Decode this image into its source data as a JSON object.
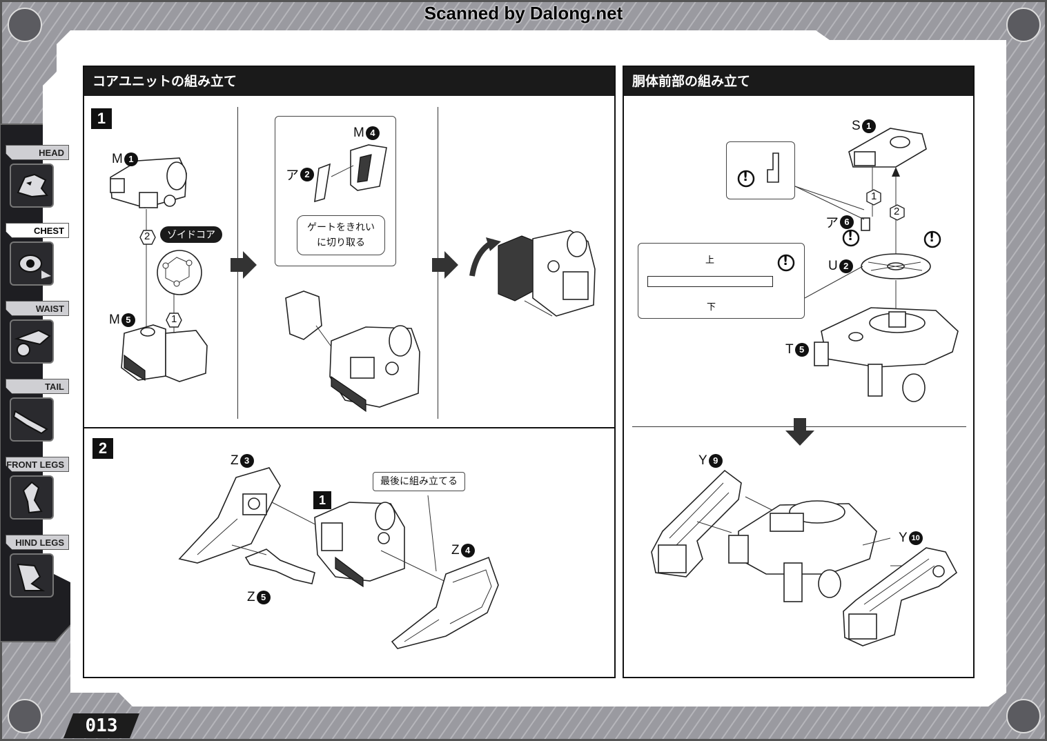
{
  "watermark": "Scanned by Dalong.net",
  "page_number": "013",
  "sidebar": {
    "items": [
      {
        "label": "HEAD",
        "active": false
      },
      {
        "label": "CHEST",
        "active": true
      },
      {
        "label": "WAIST",
        "active": false
      },
      {
        "label": "TAIL",
        "active": false
      },
      {
        "label": "FRONT LEGS",
        "active": false
      },
      {
        "label": "HIND LEGS",
        "active": false
      }
    ]
  },
  "left_section": {
    "title": "コアユニットの組み立て",
    "step1": {
      "badge": "1",
      "parts": {
        "m1": {
          "letter": "M",
          "num": "1"
        },
        "m5": {
          "letter": "M",
          "num": "5"
        },
        "m4": {
          "letter": "M",
          "num": "4"
        },
        "a2": {
          "letter": "ア",
          "num": "2"
        }
      },
      "order1": "1",
      "order2": "2",
      "zoid_core": "ゾイドコア",
      "callout": "ゲートをきれい\nに切り取る"
    },
    "step2": {
      "badge": "2",
      "inner_badge": "1",
      "parts": {
        "z3": {
          "letter": "Z",
          "num": "3"
        },
        "z5": {
          "letter": "Z",
          "num": "5"
        },
        "z4": {
          "letter": "Z",
          "num": "4"
        }
      },
      "callout": "最後に組み立てる"
    }
  },
  "right_section": {
    "title": "胴体前部の組み立て",
    "parts": {
      "s1": {
        "letter": "S",
        "num": "1"
      },
      "a6": {
        "letter": "ア",
        "num": "6"
      },
      "u2": {
        "letter": "U",
        "num": "2"
      },
      "t5": {
        "letter": "T",
        "num": "5"
      },
      "y9": {
        "letter": "Y",
        "num": "9"
      },
      "y10": {
        "letter": "Y",
        "num": "10"
      }
    },
    "order1": "1",
    "order2": "2",
    "orientation": {
      "top": "上",
      "bottom": "下"
    },
    "warning_symbol": "!"
  }
}
